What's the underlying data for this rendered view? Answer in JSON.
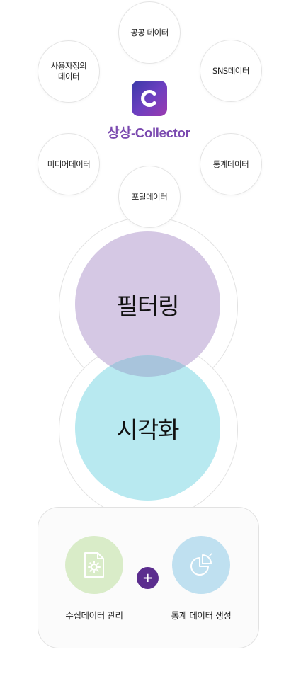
{
  "sources": [
    {
      "id": "public",
      "label": "공공 데이터"
    },
    {
      "id": "user",
      "label": "사용자정의\n데이터"
    },
    {
      "id": "sns",
      "label": "SNS데이터"
    },
    {
      "id": "media",
      "label": "미디어데이터"
    },
    {
      "id": "stats",
      "label": "통계데이터"
    },
    {
      "id": "portal",
      "label": "포털데이터"
    }
  ],
  "brand": {
    "logo_letter": "C",
    "name": "상상-Collector",
    "color": "#7b4ab0"
  },
  "stages": [
    {
      "label": "필터링",
      "color": "#d5c8e4"
    },
    {
      "label": "시각화",
      "color": "#b8e9f0"
    }
  ],
  "overlap_color": "#a8c4dc",
  "features": [
    {
      "label": "수집데이터 관리",
      "icon": "document-gear-icon",
      "color": "#d9ecc8"
    },
    {
      "label": "통계 데이터 생성",
      "icon": "pie-chart-icon",
      "color": "#bfe0f0"
    }
  ],
  "plus_symbol": "+"
}
